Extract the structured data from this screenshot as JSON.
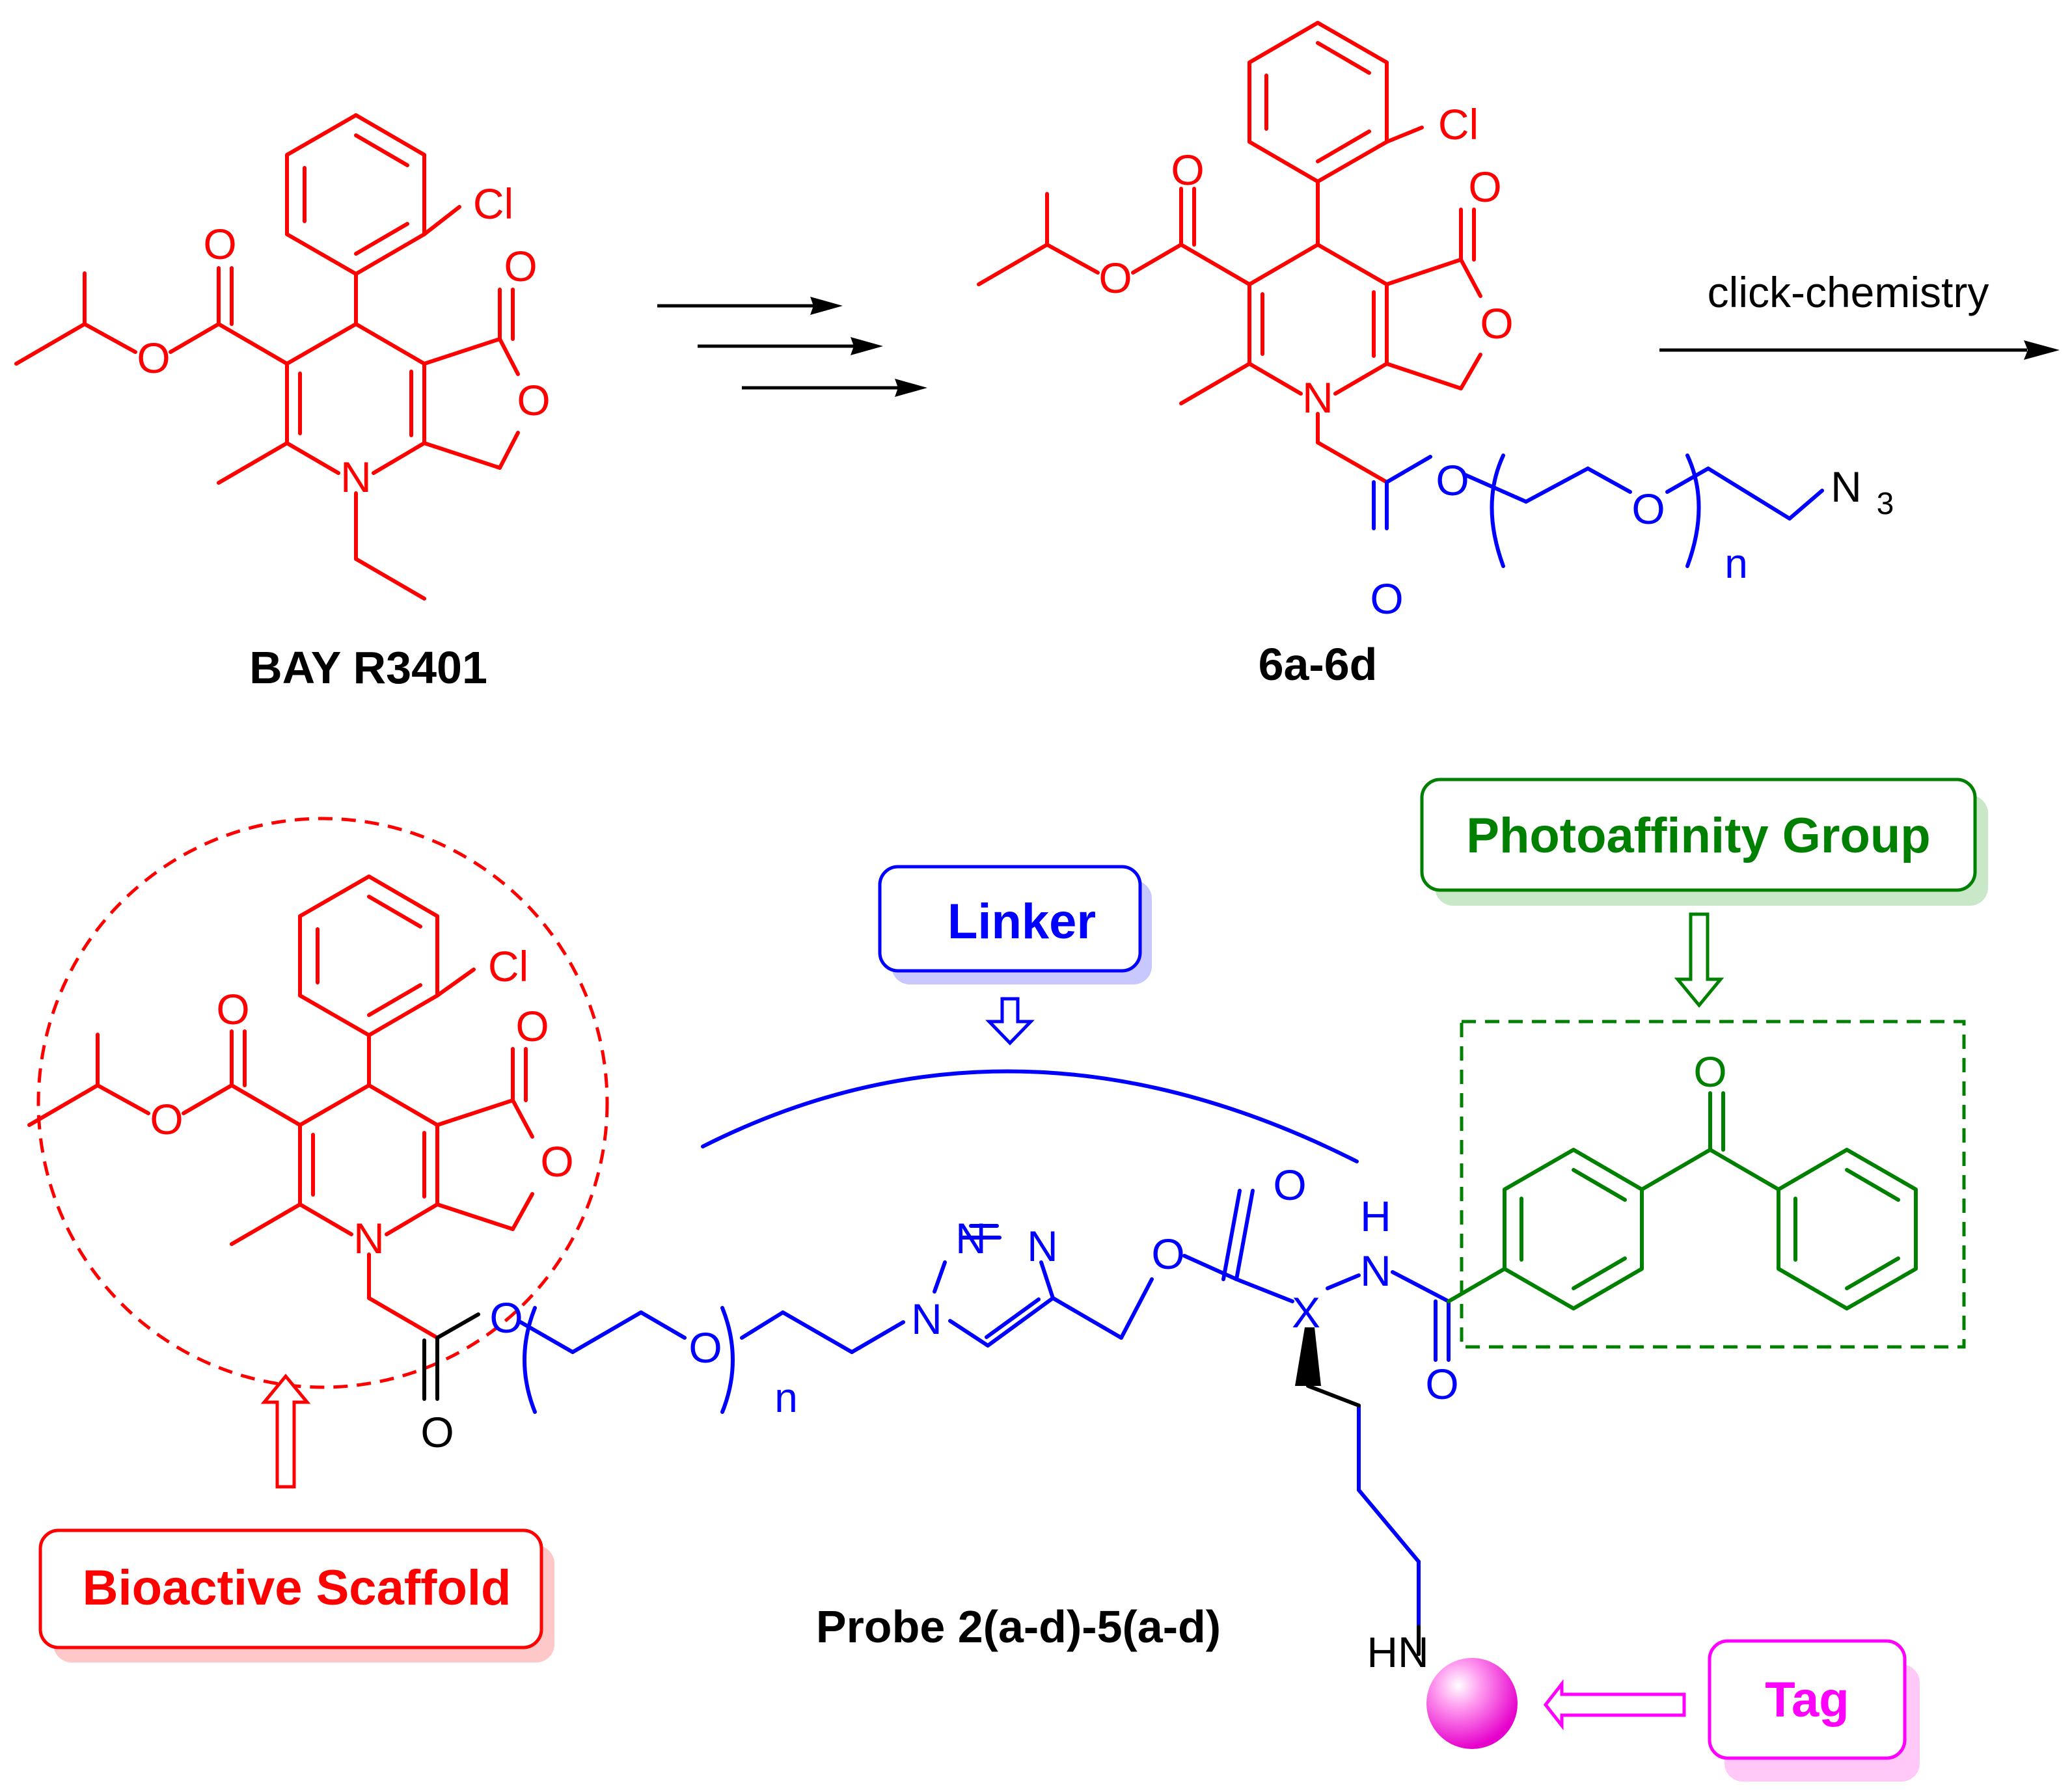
{
  "colors": {
    "scaffold": "#ff0000",
    "linker": "#0000ff",
    "photo": "#008000",
    "tag": "#ff00ff",
    "black": "#000000",
    "tag_fill_light": "#ffe0ff",
    "tag_fill_dark": "#ff00e6"
  },
  "atoms": {
    "cl": "Cl",
    "o": "O",
    "n": "N",
    "nh_h": "H",
    "hn": "HN",
    "x": "X",
    "n3_n": "N",
    "n3_sub": "3",
    "n_repeat": "n"
  },
  "compounds": {
    "start": "BAY R3401",
    "intermediate": "6a-6d",
    "probe": "Probe 2(a-d)-5(a-d)"
  },
  "reaction": {
    "click": "click-chemistry"
  },
  "labels": {
    "linker": "Linker",
    "photo": "Photoaffinity Group",
    "scaffold": "Bioactive Scaffold",
    "tag": "Tag"
  },
  "icons": {
    "arrow": "arrow-right-icon",
    "hollow_arrow": "hollow-arrow-icon",
    "tag_sphere": "sphere-icon"
  }
}
